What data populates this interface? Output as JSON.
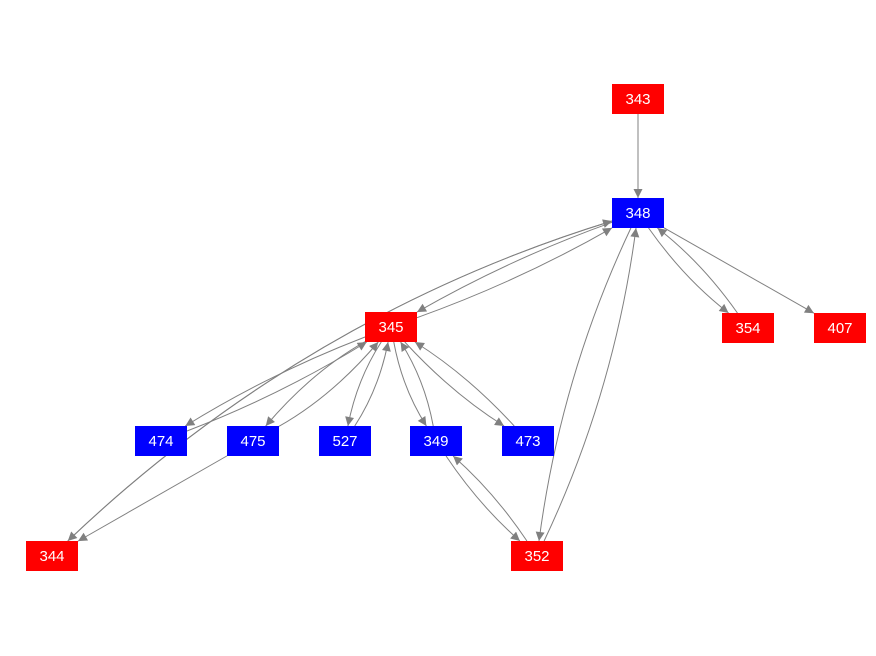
{
  "colors": {
    "red": "#ff0000",
    "blue": "#0000ff",
    "edge": "#808080",
    "label": "#ffffff"
  },
  "nodes": [
    {
      "id": "343",
      "label": "343",
      "color": "red"
    },
    {
      "id": "348",
      "label": "348",
      "color": "blue"
    },
    {
      "id": "345",
      "label": "345",
      "color": "red"
    },
    {
      "id": "354",
      "label": "354",
      "color": "red"
    },
    {
      "id": "407",
      "label": "407",
      "color": "red"
    },
    {
      "id": "474",
      "label": "474",
      "color": "blue"
    },
    {
      "id": "475",
      "label": "475",
      "color": "blue"
    },
    {
      "id": "527",
      "label": "527",
      "color": "blue"
    },
    {
      "id": "349",
      "label": "349",
      "color": "blue"
    },
    {
      "id": "473",
      "label": "473",
      "color": "blue"
    },
    {
      "id": "344",
      "label": "344",
      "color": "red"
    },
    {
      "id": "352",
      "label": "352",
      "color": "red"
    }
  ],
  "edges": [
    {
      "from": "343",
      "to": "348"
    },
    {
      "from": "348",
      "to": "345"
    },
    {
      "from": "345",
      "to": "348"
    },
    {
      "from": "348",
      "to": "354"
    },
    {
      "from": "354",
      "to": "348"
    },
    {
      "from": "348",
      "to": "407"
    },
    {
      "from": "348",
      "to": "344"
    },
    {
      "from": "344",
      "to": "348"
    },
    {
      "from": "348",
      "to": "352"
    },
    {
      "from": "352",
      "to": "348"
    },
    {
      "from": "345",
      "to": "474"
    },
    {
      "from": "474",
      "to": "345"
    },
    {
      "from": "345",
      "to": "475"
    },
    {
      "from": "475",
      "to": "345"
    },
    {
      "from": "345",
      "to": "527"
    },
    {
      "from": "527",
      "to": "345"
    },
    {
      "from": "345",
      "to": "349"
    },
    {
      "from": "349",
      "to": "345"
    },
    {
      "from": "345",
      "to": "473"
    },
    {
      "from": "473",
      "to": "345"
    },
    {
      "from": "475",
      "to": "344"
    },
    {
      "from": "349",
      "to": "352"
    },
    {
      "from": "352",
      "to": "349"
    }
  ]
}
